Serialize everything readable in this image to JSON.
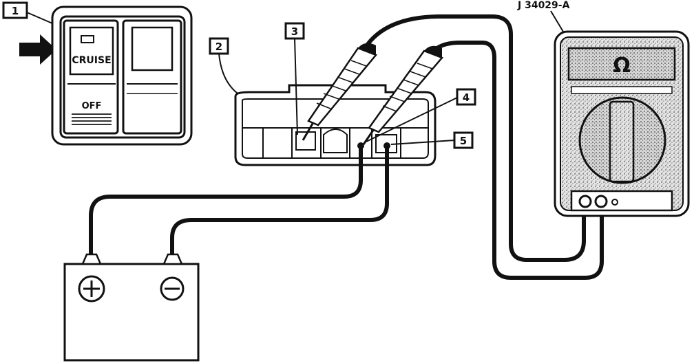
{
  "diagram": {
    "callouts": [
      "1",
      "2",
      "3",
      "4",
      "5"
    ],
    "meter_label": "J 34029-A",
    "meter_display_symbol": "Ω",
    "switch_on_label": "CRUISE",
    "switch_off_label": "OFF",
    "battery_positive": "+",
    "battery_negative": "−"
  }
}
